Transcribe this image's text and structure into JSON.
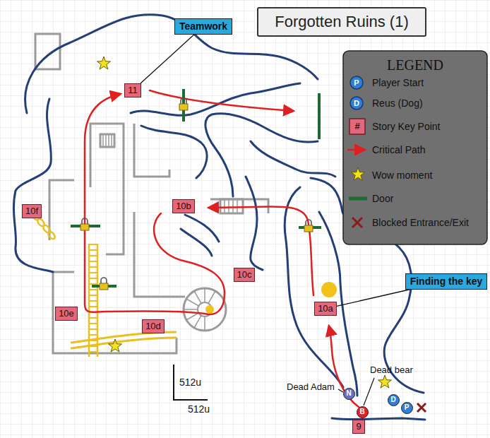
{
  "diagram": {
    "title": "Forgotten Ruins (1)",
    "nodes": [
      {
        "text": [
          "Teamwork"
        ]
      },
      {
        "text": [
          "11"
        ]
      },
      {
        "text": [
          "10b"
        ]
      },
      {
        "text": [
          "10f"
        ]
      },
      {
        "text": [
          "Finding the key"
        ]
      },
      {
        "text": [
          "10c"
        ]
      },
      {
        "text": [
          "10a"
        ]
      },
      {
        "text": [
          "10e"
        ]
      },
      {
        "text": [
          "10d"
        ]
      },
      {
        "text": [
          "N"
        ]
      },
      {
        "text": [
          "D"
        ]
      },
      {
        "text": [
          "B"
        ]
      },
      {
        "text": [
          "P"
        ]
      },
      {
        "text": [
          "9"
        ]
      }
    ],
    "edges": [
      {
        "from": 0,
        "to": 1,
        "arrow": "none"
      },
      {
        "from": 4,
        "to": 6,
        "arrow": "none"
      }
    ],
    "labels": [
      "LEGEND",
      "P",
      "D",
      "#",
      "Dead Adam",
      "Dead bear",
      "512u",
      "512u"
    ],
    "legend": [
      {
        "text": "Player Start"
      },
      {
        "text": "Reus (Dog)"
      },
      {
        "text": "Story Key Point"
      },
      {
        "text": "Critical Path"
      },
      {
        "text": "Wow moment"
      },
      {
        "text": "Door"
      },
      {
        "text": "Blocked Entrance/Exit"
      }
    ]
  }
}
